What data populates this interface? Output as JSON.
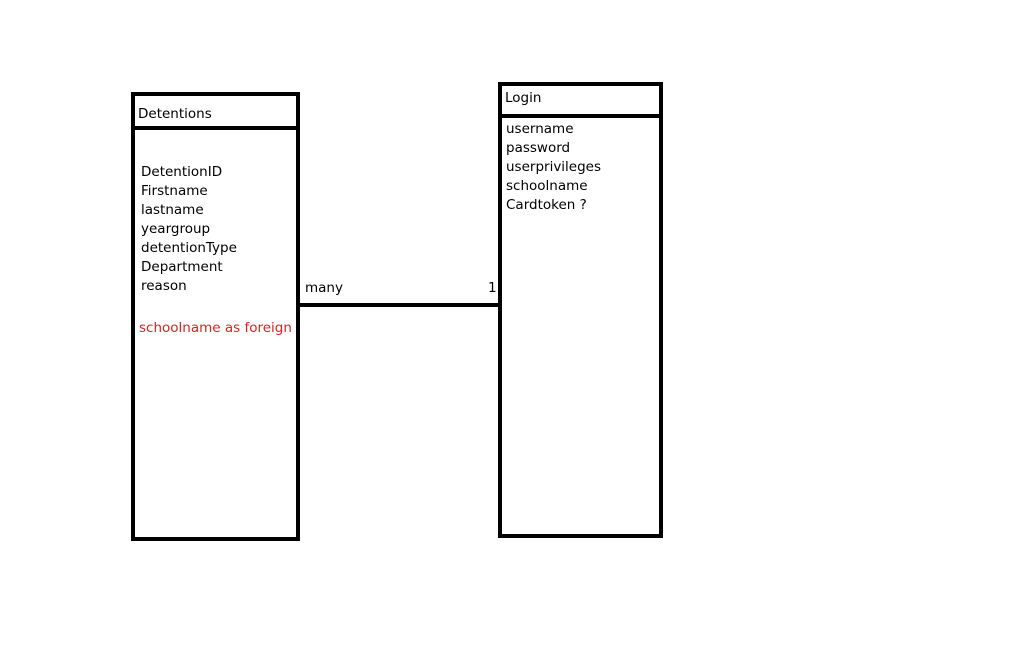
{
  "detentions": {
    "title": "Detentions",
    "attributes": [
      "DetentionID",
      "Firstname",
      "lastname",
      "yeargroup",
      "detentionType",
      "Department",
      "reason"
    ],
    "note": "schoolname as foreign",
    "note_color": "#e02020"
  },
  "login": {
    "title": "Login",
    "attributes": [
      "username",
      "password",
      "userprivileges",
      "schoolname",
      "Cardtoken ?"
    ]
  },
  "relationship": {
    "left_cardinality": "many",
    "right_cardinality": "1"
  }
}
